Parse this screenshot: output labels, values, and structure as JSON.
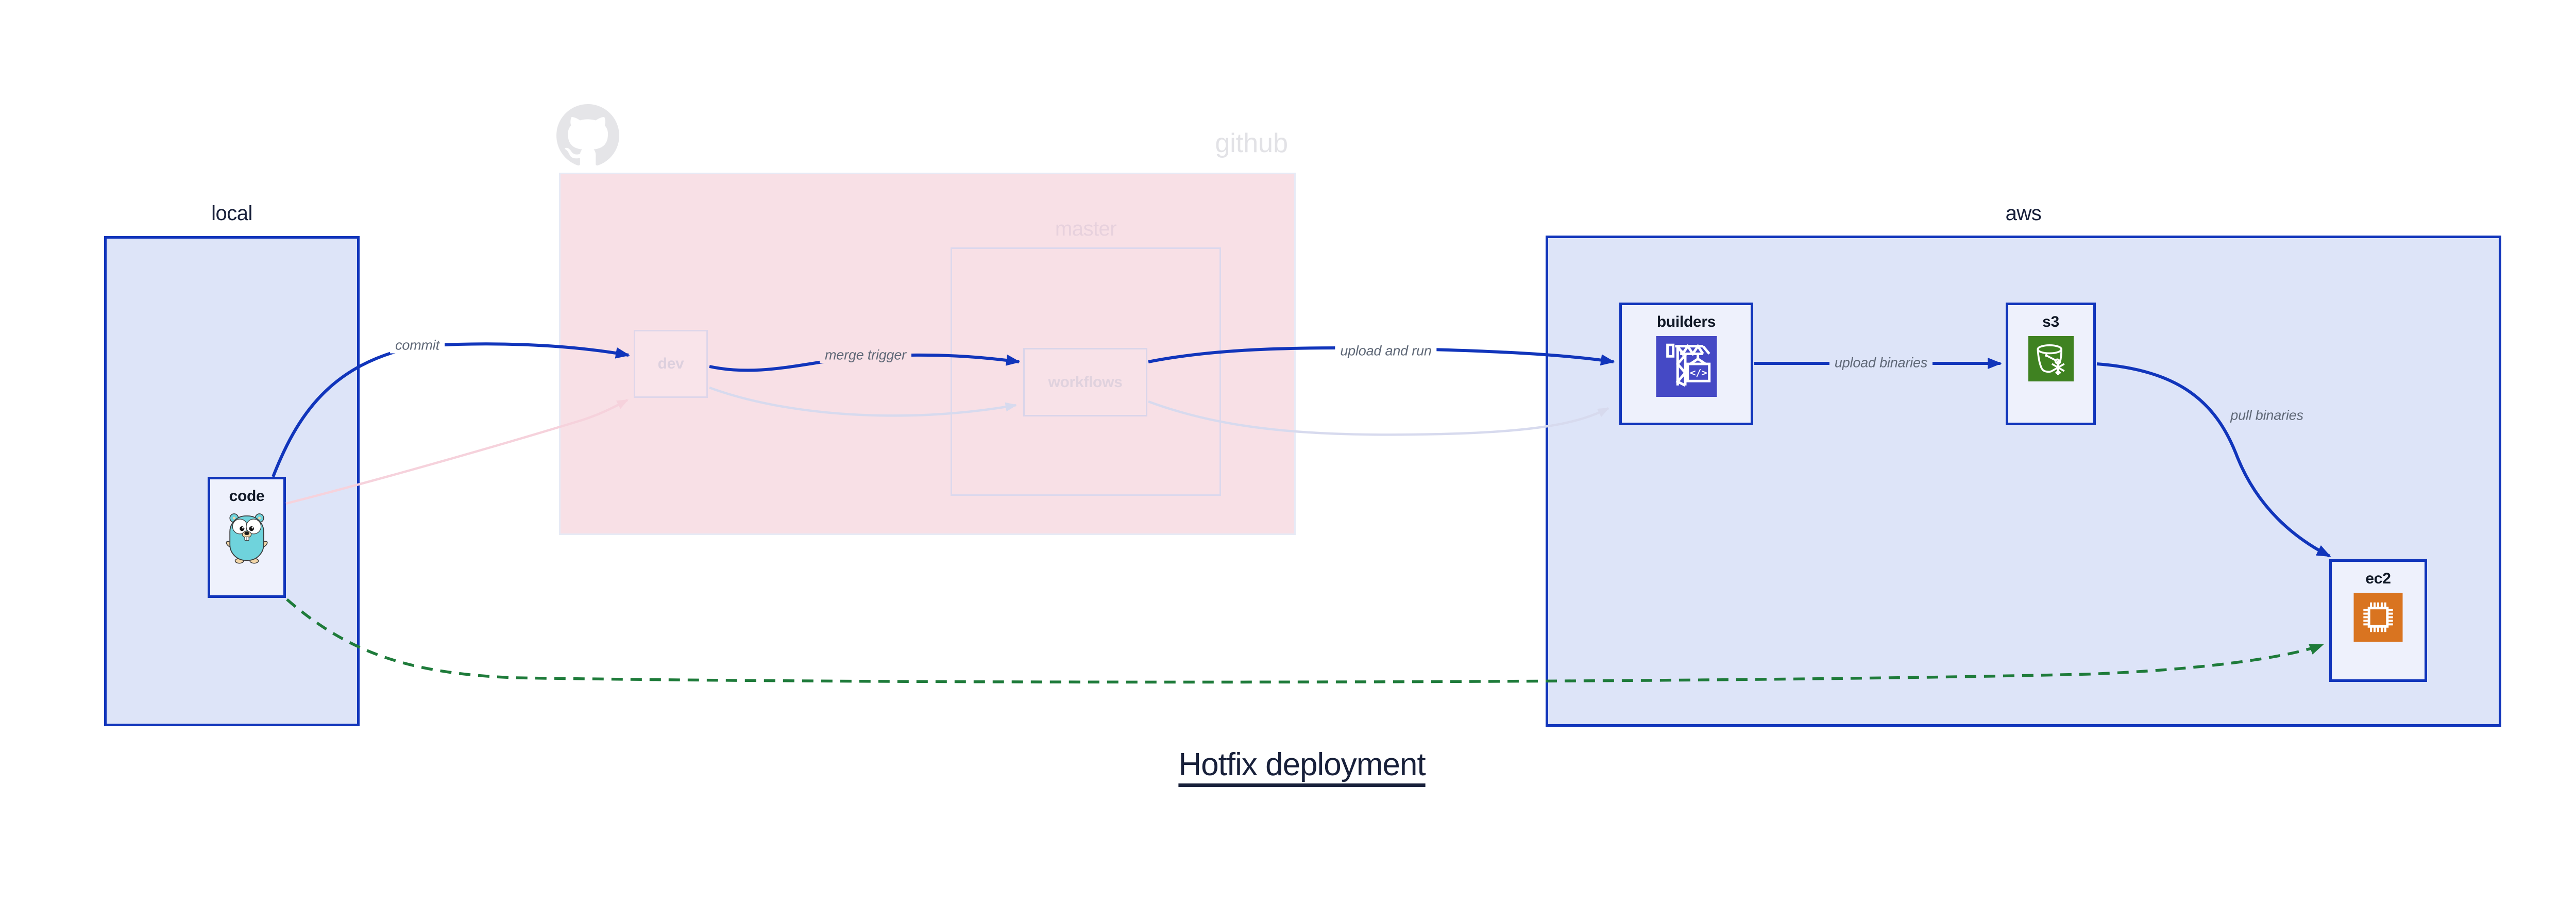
{
  "title": {
    "text": "Hotfix deployment"
  },
  "groups": {
    "local": {
      "label": "local"
    },
    "github": {
      "label": "github"
    },
    "master": {
      "label": "master"
    },
    "aws": {
      "label": "aws"
    }
  },
  "nodes": {
    "code": {
      "label": "code",
      "icon": "go-gopher-icon"
    },
    "dev": {
      "label": "dev"
    },
    "workflows": {
      "label": "workflows"
    },
    "builders": {
      "label": "builders",
      "icon": "aws-codebuild-icon"
    },
    "s3": {
      "label": "s3",
      "icon": "aws-s3-glacier-icon"
    },
    "ec2": {
      "label": "ec2",
      "icon": "aws-ec2-icon"
    }
  },
  "edges": {
    "commit": {
      "from": "code",
      "to": "dev",
      "label": "commit",
      "style": "solid-blue"
    },
    "merge_trigger": {
      "from": "dev",
      "to": "workflows",
      "label": "merge trigger",
      "style": "solid-blue"
    },
    "upload_and_run": {
      "from": "workflows",
      "to": "builders",
      "label": "upload and run",
      "style": "solid-blue"
    },
    "upload_binaries": {
      "from": "builders",
      "to": "s3",
      "label": "upload binaries",
      "style": "solid-blue"
    },
    "pull_binaries": {
      "from": "s3",
      "to": "ec2",
      "label": "pull binaries",
      "style": "solid-blue"
    },
    "ghost_code_to_dev": {
      "from": "code",
      "to": "dev",
      "label": "",
      "style": "faded-pink"
    },
    "ghost_dev_to_workflows": {
      "from": "dev",
      "to": "workflows",
      "label": "",
      "style": "faded-lavender"
    },
    "ghost_workflows_to_builders": {
      "from": "workflows",
      "to": "builders",
      "label": "",
      "style": "faded-lavender"
    },
    "hotfix_path": {
      "from": "code",
      "to": "ec2",
      "label": "",
      "style": "dashed-green"
    }
  },
  "icons": {
    "codebuild_glyph": "</>"
  },
  "colors": {
    "accent_blue": "#1135bb",
    "group_fill_blue": "#dde4f8",
    "node_fill": "#eef1fc",
    "github_fill": "#f8e0e6",
    "faded_border": "#dcd8ed",
    "faded_pink_edge": "#f6d2dc",
    "faded_lavender_edge": "#d7daee",
    "green_dashed": "#1e7b3a",
    "edge_label_gray": "#5f6877",
    "title_navy": "#18203a",
    "codebuild_indigo": "#4549c5",
    "s3_green": "#3f8221",
    "ec2_orange": "#d97420",
    "gopher_teal": "#6fd3dc",
    "octocat_gray": "#e5e5e8"
  }
}
